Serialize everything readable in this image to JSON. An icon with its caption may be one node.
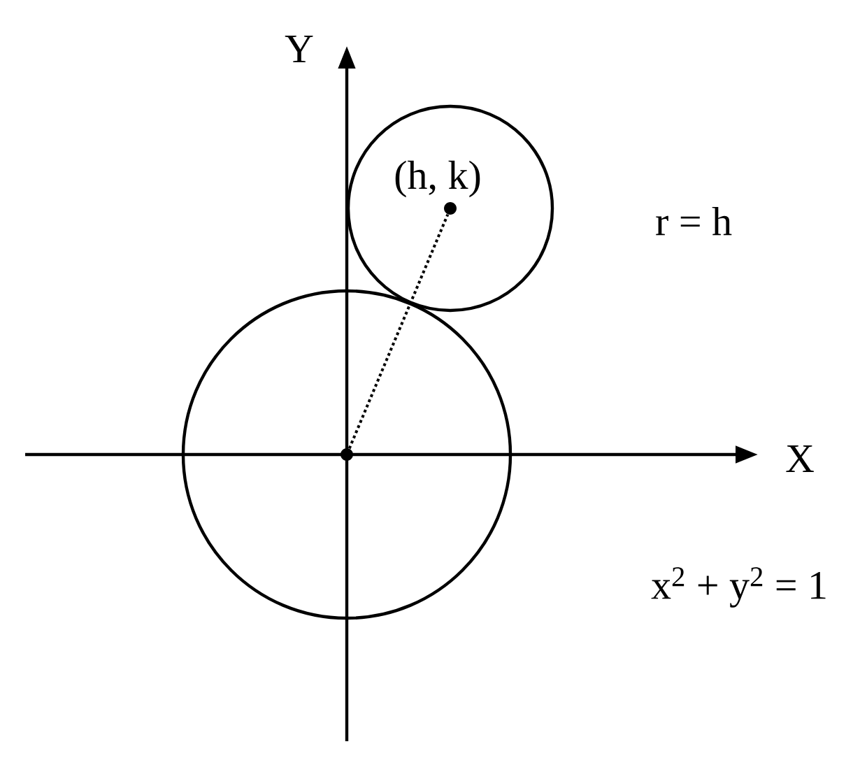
{
  "diagram": {
    "nodes": [
      {
        "text": [],
        "shape": "circle",
        "beside": [
          "x$^{2}$ + y$^{2}$ = 1"
        ]
      },
      {
        "text": [],
        "shape": "circle",
        "beside": [
          "r = h"
        ]
      },
      {
        "text": [],
        "shape": "circle",
        "in": 0
      },
      {
        "text": [
          "(h, k)"
        ],
        "in": 1
      }
    ],
    "edges": [
      {
        "from": 2,
        "to": 3,
        "arrow": "none",
        "style": "dashed"
      }
    ],
    "labels": [
      "Y",
      "X"
    ]
  }
}
